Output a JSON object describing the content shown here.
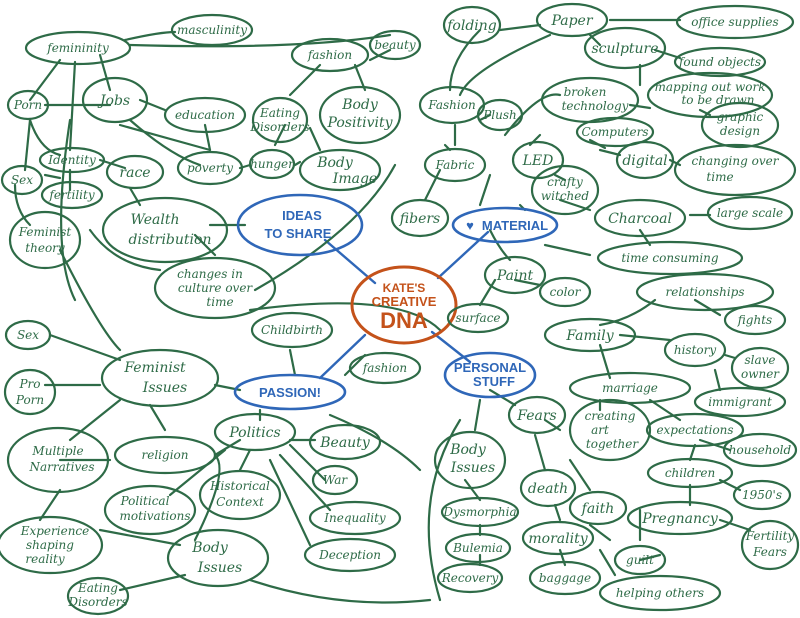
{
  "center": {
    "lines": [
      "KATE'S",
      "CREATIVE",
      "DNA"
    ]
  },
  "hubs": {
    "ideas": {
      "lines": [
        "IDEAS",
        "TO SHARE"
      ]
    },
    "material": {
      "icon": "heart-icon",
      "label": "MATERIAL"
    },
    "passion": {
      "label": "PASSION!"
    },
    "personal": {
      "lines": [
        "PERSONAL",
        "STUFF"
      ]
    }
  },
  "nodes": {
    "femininity": "femininity",
    "masculinity": "masculinity",
    "fashion_top": "fashion",
    "beauty_top": "beauty",
    "porn": "Porn",
    "jobs": "Jobs",
    "education": "education",
    "eating_disorders_top": [
      "Eating",
      "Disorders"
    ],
    "body_positivity": [
      "Body",
      "Positivity"
    ],
    "identity": "Identity",
    "sex_left": "Sex",
    "fertility_left": "fertility",
    "race": "race",
    "poverty": "poverty",
    "hunger": "hunger",
    "body_image": [
      "Body",
      "Image"
    ],
    "feminist_theory": [
      "Feminist",
      "theory"
    ],
    "wealth": [
      "Wealth",
      "distribution"
    ],
    "changes_culture": [
      "changes in",
      "culture over",
      "time"
    ],
    "folding": "folding",
    "paper": "Paper",
    "sculpture": "sculpture",
    "office_supplies": "office supplies",
    "found_objects": "found objects",
    "fashion_mid": "Fashion",
    "plush": "Plush",
    "broken_tech": [
      "broken",
      "technology"
    ],
    "mapping": [
      "mapping out work",
      "to be drawn"
    ],
    "computers": "Computers",
    "graphic_design": [
      "graphic",
      "design"
    ],
    "led": "LED",
    "fabric": "Fabric",
    "digital": "digital",
    "changing_over_time": [
      "changing over",
      "time"
    ],
    "fibers": "fibers",
    "crafty": [
      "crafty",
      "witched"
    ],
    "charcoal": "Charcoal",
    "large_scale": "large scale",
    "time_consuming": "time consuming",
    "paint": "Paint",
    "color": "color",
    "surface": "surface",
    "relationships": "relationships",
    "family": "Family",
    "fights": "fights",
    "history": "history",
    "slave_owner": [
      "slave",
      "owner"
    ],
    "immigrant": "immigrant",
    "marriage": "marriage",
    "creating_art": [
      "creating",
      "art",
      "together"
    ],
    "expectations": "expectations",
    "household": "household",
    "children": "children",
    "fifties": "1950's",
    "fears": "Fears",
    "pregnancy": "Pregnancy",
    "fertility_fears": [
      "Fertility",
      "Fears"
    ],
    "death": "death",
    "faith": "faith",
    "morality": "morality",
    "guilt": "guilt",
    "baggage": "baggage",
    "helping_others": "helping others",
    "childbirth": "Childbirth",
    "fashion_low": "fashion",
    "sex_low": "Sex",
    "feminist_issues": [
      "Feminist",
      "Issues"
    ],
    "pro_porn": [
      "Pro",
      "Porn"
    ],
    "multiple_narratives": [
      "Multiple",
      "Narratives"
    ],
    "religion": "religion",
    "politics": "Politics",
    "beauty_low": "Beauty",
    "war": "War",
    "political_motivations": [
      "Political",
      "motivations"
    ],
    "historical_context": [
      "Historical",
      "Context"
    ],
    "inequality": "Inequality",
    "experience": [
      "Experience",
      "shaping",
      "reality"
    ],
    "deception": "Deception",
    "body_issues_left": [
      "Body",
      "Issues"
    ],
    "eating_disorders_low": [
      "Eating",
      "Disorders"
    ],
    "body_issues_right": [
      "Body",
      "Issues"
    ],
    "dysmorphia": "Dysmorphia",
    "bulemia": "Bulemia",
    "recovery": "Recovery"
  }
}
